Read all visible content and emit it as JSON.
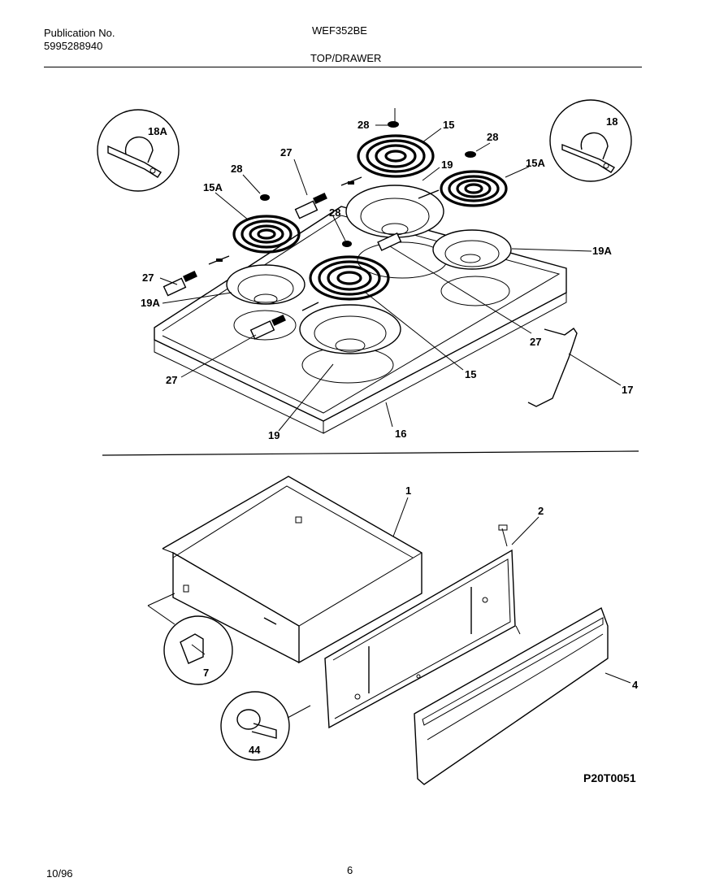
{
  "header": {
    "publication_label": "Publication No.",
    "publication_number": "5995288940",
    "model": "WEF352BE",
    "section_title": "TOP/DRAWER"
  },
  "callouts": {
    "c18A": "18A",
    "c18": "18",
    "c28a": "28",
    "c15a": "15",
    "c28b": "28",
    "c27a": "27",
    "c28c": "28",
    "c19a": "19",
    "c15Aa": "15A",
    "c15Ab": "15A",
    "c28d": "28",
    "c19Aa": "19A",
    "c27b": "27",
    "c19Ab": "19A",
    "c27c": "27",
    "c27d": "27",
    "c15b": "15",
    "c17": "17",
    "c19b": "19",
    "c16": "16",
    "c1": "1",
    "c2": "2",
    "c4": "4",
    "c7": "7",
    "c44": "44"
  },
  "figure_code": "P20T0051",
  "footer": {
    "date": "10/96",
    "page": "6"
  }
}
